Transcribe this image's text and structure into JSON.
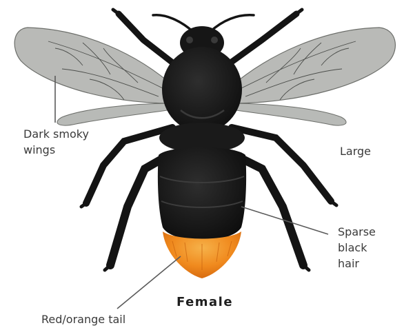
{
  "labels": {
    "wings": {
      "line1": "Dark smoky",
      "line2": "wings"
    },
    "size": "Large",
    "hair": {
      "line1": "Sparse",
      "line2": "black",
      "line3": "hair"
    },
    "tail": "Red/orange tail",
    "sex": "Female"
  },
  "colors": {
    "body": "#141414",
    "hair": "#2a2a2a",
    "wing_fill": "#9a9c98",
    "wing_vein": "#4b4d4a",
    "tail": "#f08a1e",
    "tail_tip": "#f6b24a",
    "leader_line": "#5a5a5a",
    "text": "#3a3a3a"
  },
  "illustration": {
    "subject": "bumblebee-female",
    "view": "dorsal"
  }
}
